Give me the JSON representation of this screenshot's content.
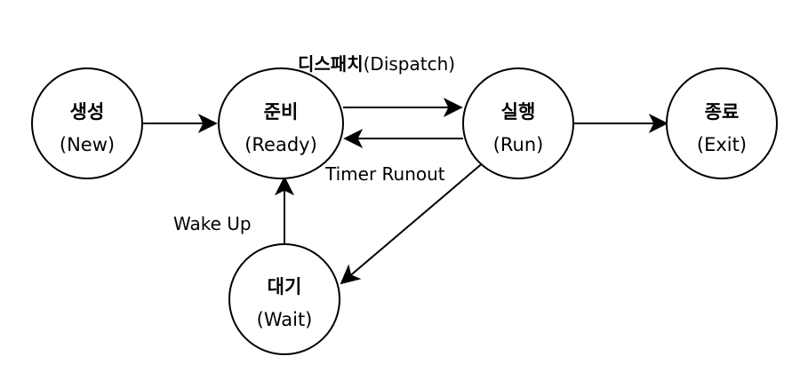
{
  "states": {
    "new": {
      "ko": "생성",
      "en": "(New)"
    },
    "ready": {
      "ko": "준비",
      "en": "(Ready)"
    },
    "run": {
      "ko": "실행",
      "en": "(Run)"
    },
    "exit": {
      "ko": "종료",
      "en": "(Exit)"
    },
    "wait": {
      "ko": "대기",
      "en": "(Wait)"
    }
  },
  "transitions": {
    "dispatch_ko": "디스패치",
    "dispatch_en": "(Dispatch)",
    "timer_runout": "Timer Runout",
    "wake_up": "Wake Up"
  }
}
